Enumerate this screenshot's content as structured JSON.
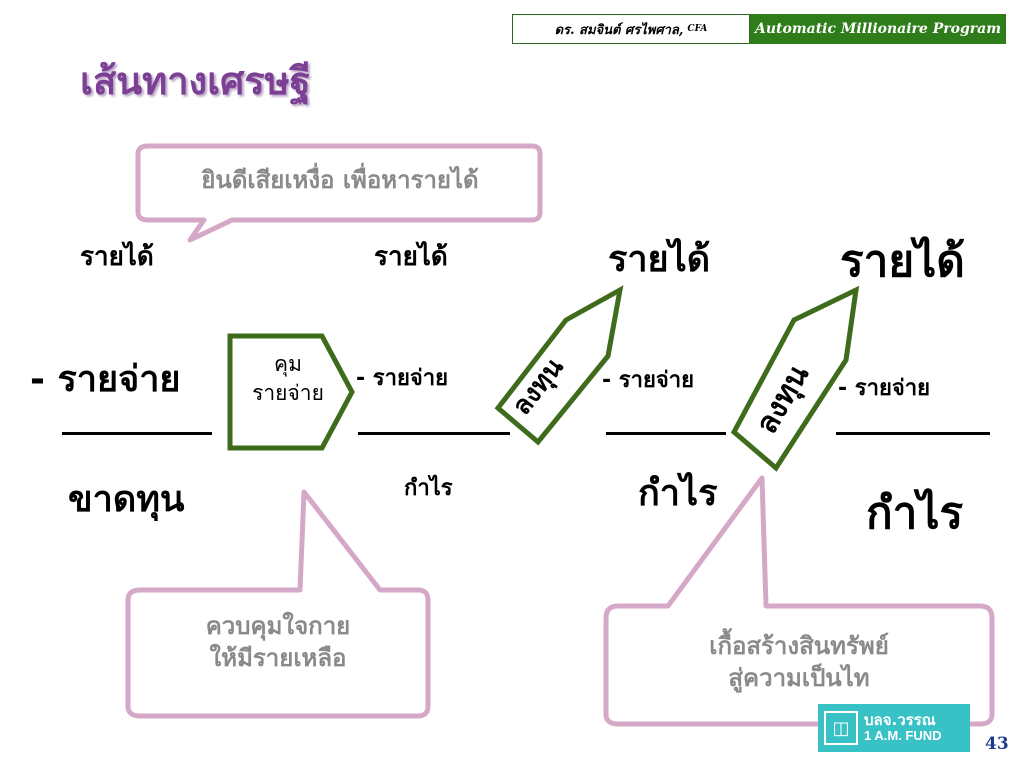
{
  "header": {
    "author": "ดร. สมจินต์ ศรไพศาล,",
    "author_suffix": "CFA",
    "program": "Automatic Millionaire Program"
  },
  "title": "เส้นทางเศรษฐี",
  "callouts": {
    "top": "ยินดีเสียเหงื่อ เพื่อหารายได้",
    "bottom_left_line1": "ควบคุมใจกาย",
    "bottom_left_line2": "ให้มีรายเหลือ",
    "bottom_right_line1": "เกื้อสร้างสินทรัพย์",
    "bottom_right_line2": "สู่ความเป็นไท"
  },
  "columns": [
    {
      "income": "รายได้",
      "expense": "- รายจ่าย",
      "result": "ขาดทุน"
    },
    {
      "income": "รายได้",
      "expense": "- รายจ่าย",
      "result": "กำไร"
    },
    {
      "income": "รายได้",
      "expense": "- รายจ่าย",
      "result": "กำไร"
    },
    {
      "income": "รายได้",
      "expense": "- รายจ่าย",
      "result": "กำไร"
    }
  ],
  "arrows": {
    "control_line1": "คุม",
    "control_line2": "รายจ่าย",
    "invest1": "ลงทุน",
    "invest2": "ลงทุน"
  },
  "footer": {
    "fund_th": "บลจ.วรรณ",
    "fund_en": "1 A.M. FUND",
    "page": "43"
  },
  "colors": {
    "arrow_border": "#3f6b1c",
    "callout_border": "#d6a8c8",
    "title": "#7b3f93",
    "accent_green": "#2e7d1a"
  }
}
